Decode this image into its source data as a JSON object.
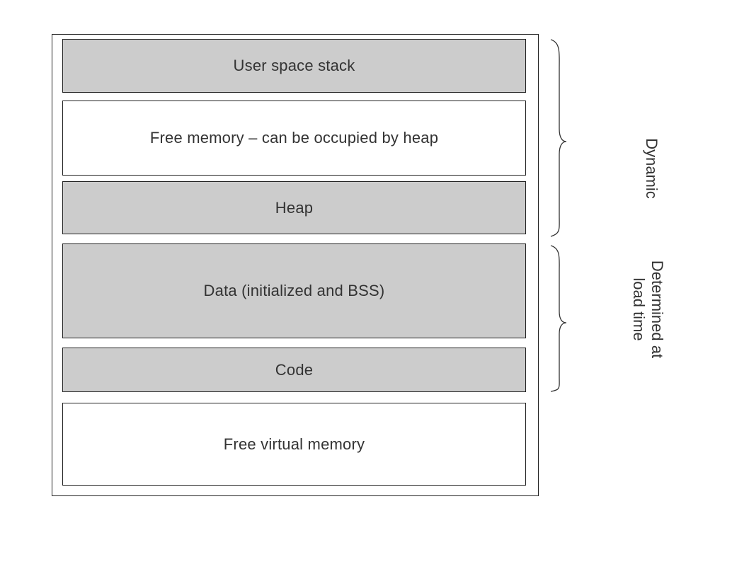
{
  "segments": {
    "user_space_stack": "User space stack",
    "free_memory_heap": "Free memory – can be occupied by heap",
    "heap": "Heap",
    "data": "Data (initialized and BSS)",
    "code": "Code",
    "free_virtual_memory": "Free virtual memory"
  },
  "groups": {
    "dynamic": "Dynamic",
    "load_time_line1": "Determined at",
    "load_time_line2": "load time"
  },
  "colors": {
    "used_segment_fill": "#cccccc",
    "free_segment_fill": "#ffffff",
    "outline": "#222222",
    "text": "#333333"
  }
}
